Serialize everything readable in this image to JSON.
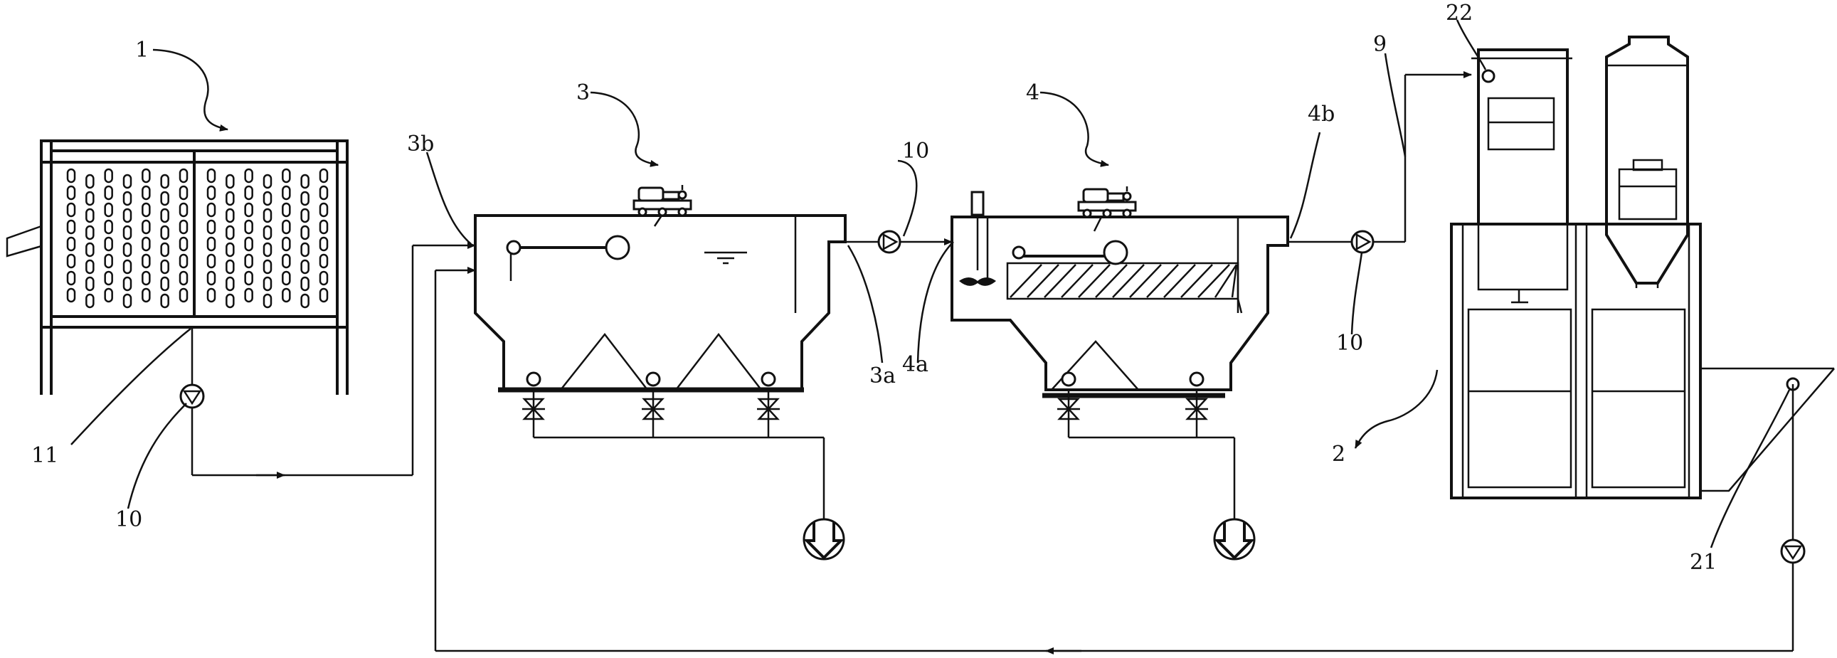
{
  "labels": {
    "screen_unit": "1",
    "outlet_unit": "2",
    "first_tank": "3",
    "first_tank_outlet": "3a",
    "first_tank_inlet": "3b",
    "second_tank": "4",
    "second_tank_inlet": "4a",
    "second_tank_outlet": "4b",
    "pipe": "9",
    "pump_a": "10",
    "pump_b": "10",
    "pump_c": "10",
    "collection_pipe": "11",
    "return_pump": "21",
    "inlet_valve": "22"
  },
  "colors": {
    "line": "#111111",
    "background": "#ffffff"
  },
  "icons": [
    "pump-icon",
    "blower-icon",
    "valve-icon",
    "mixer-icon",
    "discharge-pump-icon",
    "flow-arrow-icon"
  ]
}
